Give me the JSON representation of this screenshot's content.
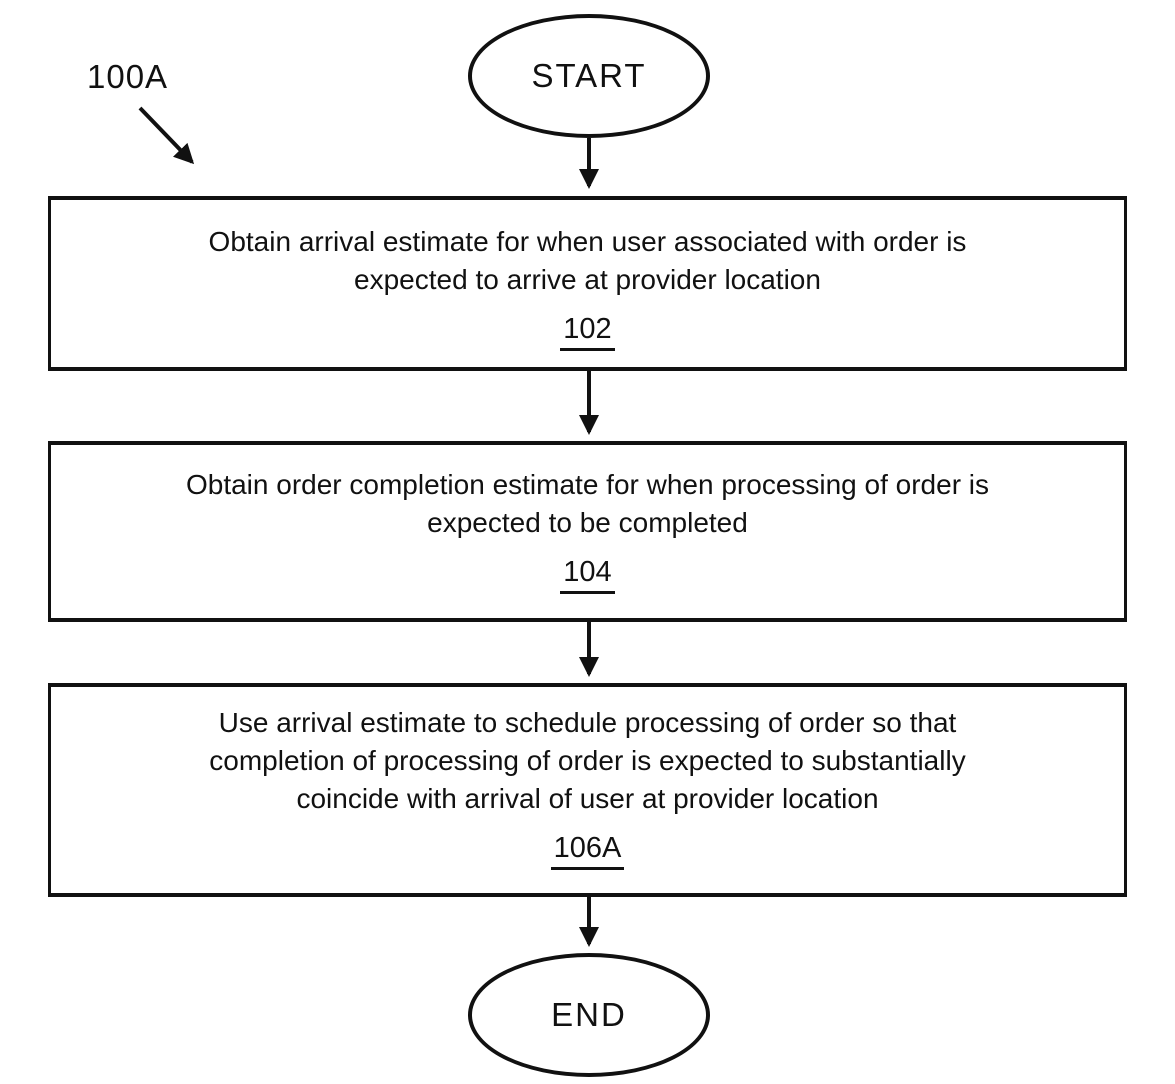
{
  "figure": {
    "label": "100A",
    "start_terminal": "START",
    "end_terminal": "END",
    "steps": [
      {
        "lines": [
          "Obtain arrival estimate for when user associated with order is",
          "expected to arrive at provider location"
        ],
        "ref": "102"
      },
      {
        "lines": [
          "Obtain order completion estimate for when processing of order is",
          "expected to be completed"
        ],
        "ref": "104"
      },
      {
        "lines": [
          "Use arrival estimate to schedule processing of order so that",
          "completion of processing of order is expected to substantially",
          "coincide with arrival of user at provider location"
        ],
        "ref": "106A"
      }
    ],
    "colors": {
      "ink": "#111111",
      "background": "#ffffff"
    }
  }
}
